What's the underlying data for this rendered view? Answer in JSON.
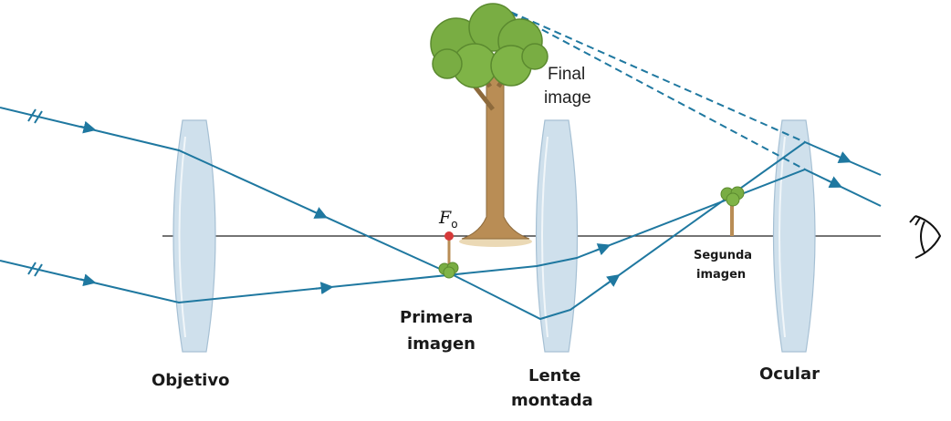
{
  "labels": {
    "final_image_line1": "Final",
    "final_image_line2": "image",
    "focal_point": "F",
    "focal_point_sub": "o",
    "first_image_line1": "Primera",
    "first_image_line2": "imagen",
    "second_image_line1": "Segunda",
    "second_image_line2": "imagen",
    "objective": "Objetivo",
    "erecting_lens_line1": "Lente",
    "erecting_lens_line2": "montada",
    "eyepiece": "Ocular"
  },
  "colors": {
    "ray": "#1f78a0",
    "axis": "#222222",
    "lens_fill": "#cfe0ec",
    "lens_stroke": "#9fbbd2",
    "focal_point": "#d63a3a",
    "foliage": "#79ad43",
    "trunk": "#b98d55"
  }
}
